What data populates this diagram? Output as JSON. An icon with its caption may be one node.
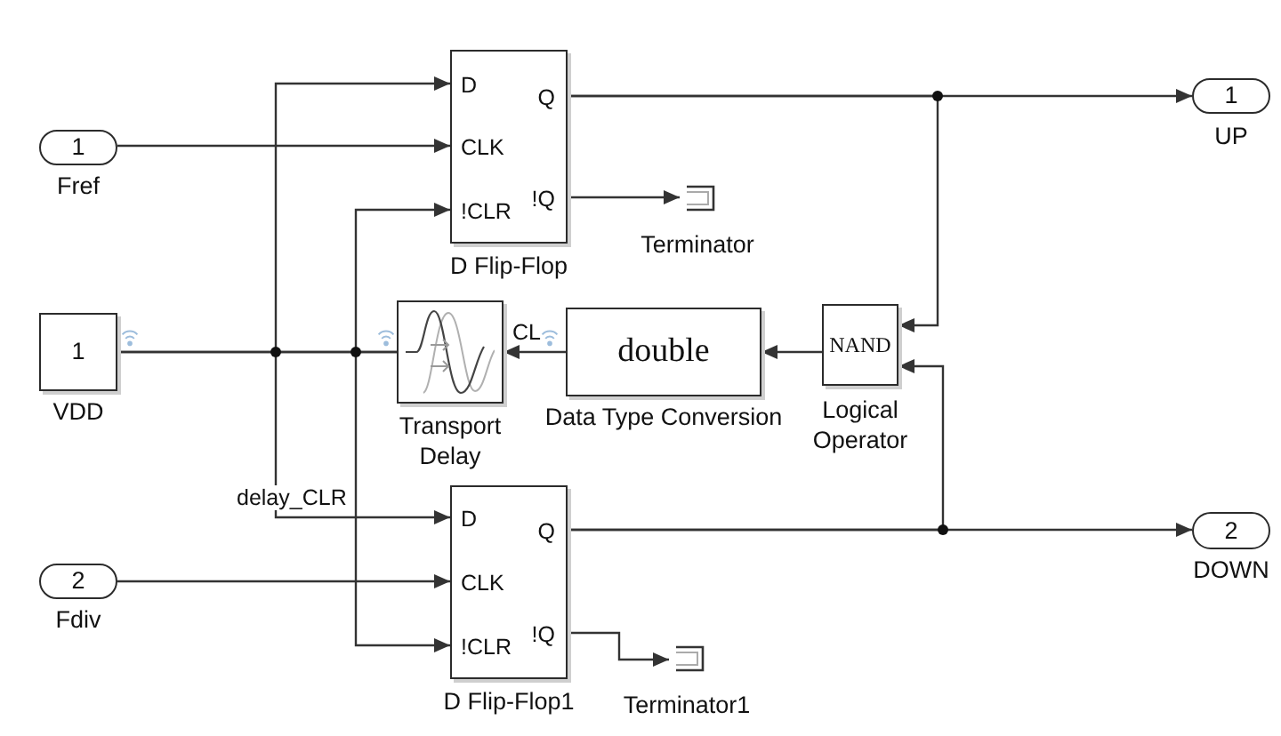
{
  "diagram": {
    "nodes": [
      {
        "text": [
          "1",
          "Fref"
        ]
      },
      {
        "text": [
          "D",
          "CLK",
          "!CLR",
          "Q",
          "!Q",
          "D Flip-Flop"
        ]
      },
      {
        "text": [
          "1",
          "UP"
        ]
      },
      {
        "text": [
          "Terminator"
        ]
      },
      {
        "text": [
          "1",
          "VDD"
        ]
      },
      {
        "text": [
          "Transport Delay"
        ]
      },
      {
        "text": [
          "double",
          "Data Type Conversion"
        ]
      },
      {
        "text": [
          "NAND",
          "Logical Operator"
        ]
      },
      {
        "text": [
          "2",
          "Fdiv"
        ]
      },
      {
        "text": [
          "D",
          "CLK",
          "!CLR",
          "Q",
          "!Q",
          "D Flip-Flop1"
        ]
      },
      {
        "text": [
          "2",
          "DOWN"
        ]
      },
      {
        "text": [
          "Terminator1"
        ]
      }
    ],
    "edges": [
      {
        "from": 0,
        "to": 1,
        "arrow": "to"
      },
      {
        "from": 4,
        "to": 1,
        "arrow": "to"
      },
      {
        "from": 4,
        "to": 9,
        "arrow": "to"
      },
      {
        "from": 5,
        "to": 1,
        "arrow": "to"
      },
      {
        "from": 5,
        "to": 9,
        "arrow": "to",
        "label": "delay_CLR"
      },
      {
        "from": 8,
        "to": 9,
        "arrow": "to"
      },
      {
        "from": 1,
        "to": 2,
        "arrow": "to"
      },
      {
        "from": 1,
        "to": 7,
        "arrow": "to"
      },
      {
        "from": 1,
        "to": 3,
        "arrow": "to"
      },
      {
        "from": 9,
        "to": 10,
        "arrow": "to"
      },
      {
        "from": 9,
        "to": 7,
        "arrow": "to"
      },
      {
        "from": 9,
        "to": 11,
        "arrow": "to"
      },
      {
        "from": 7,
        "to": 6,
        "arrow": "to"
      },
      {
        "from": 6,
        "to": 5,
        "arrow": "to",
        "label": "CL"
      }
    ]
  }
}
